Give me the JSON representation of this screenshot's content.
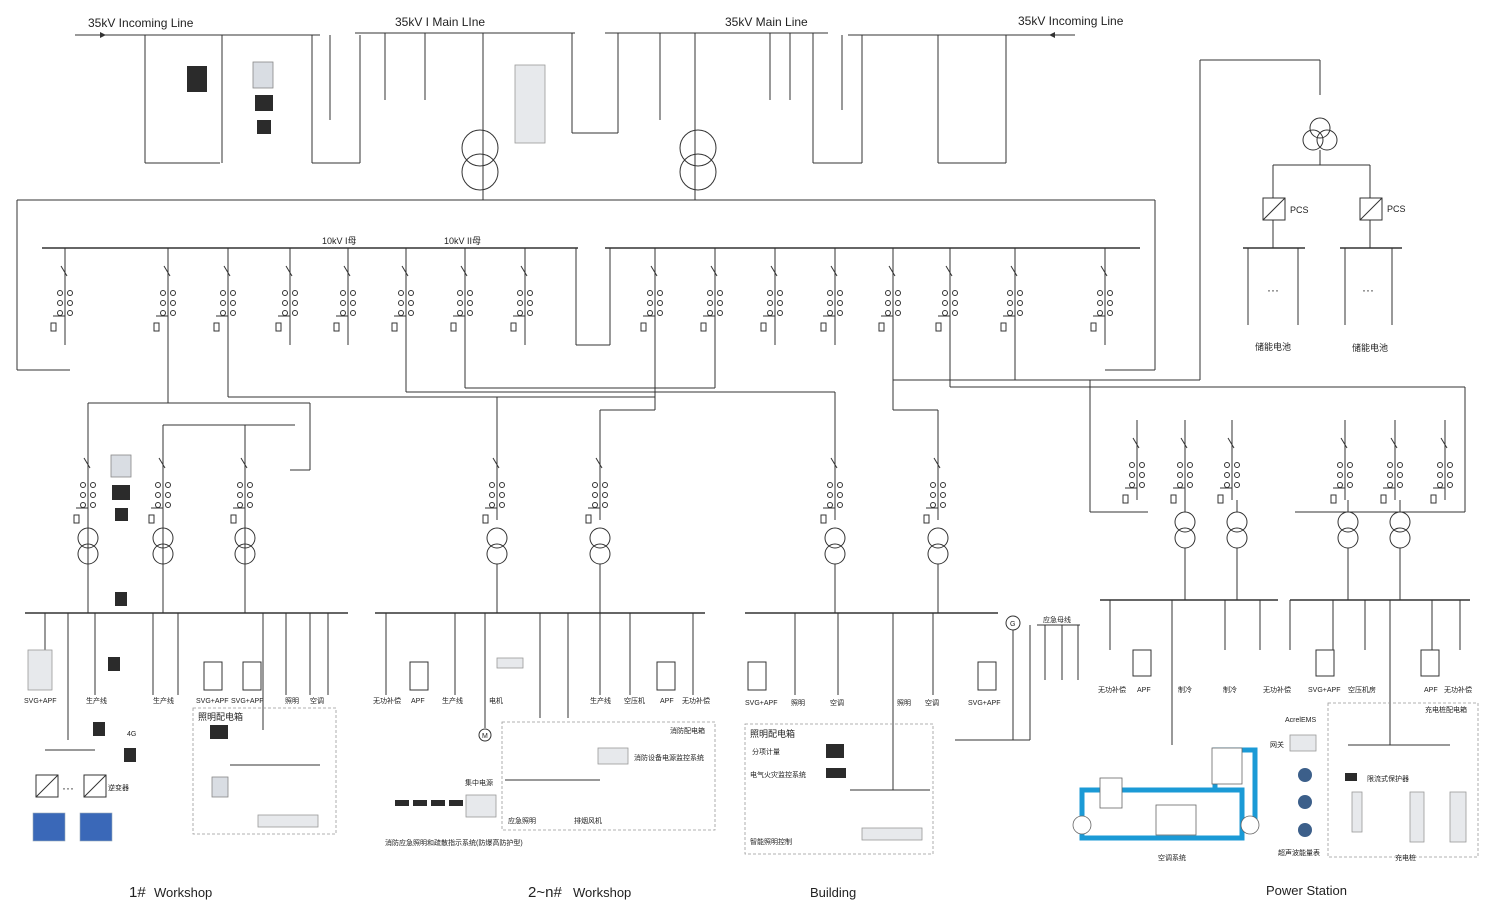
{
  "top": {
    "incoming_left": "35kV Incoming Line",
    "main_line_1": "35kV I  Main LIne",
    "main_line_2": "35kV  Main Line",
    "incoming_right": "35kV Incoming Line"
  },
  "bus10kv": {
    "bus1": "10kV I母",
    "bus2": "10kV II母"
  },
  "storage": {
    "pcs1": "PCS",
    "pcs2": "PCS",
    "battery1": "储能电池",
    "battery2": "储能电池",
    "ellipsis": "···"
  },
  "ws1": {
    "svg_apf_1": "SVG+APF",
    "prod_line_1": "生产线",
    "prod_line_2": "生产线",
    "svg_apf_2": "SVG+APF",
    "svg_apf_3": "SVG+APF",
    "lighting": "照明",
    "aircon": "空调",
    "lighting_box": "照明配电箱",
    "inverter": "逆变器",
    "signal_4g": "4G",
    "ellipsis": "···"
  },
  "ws2": {
    "var_comp": "无功补偿",
    "apf": "APF",
    "prod_line_1": "生产线",
    "motor": "电机",
    "prod_line_2": "生产线",
    "air_compressor": "空压机",
    "apf_2": "APF",
    "var_comp_2": "无功补偿",
    "fire_box": "消防配电箱",
    "fire_monitor": "消防设备电源监控系统",
    "central_power": "集中电源",
    "emergency_light": "应急照明",
    "smoke_fan": "排烟风机",
    "evac_system": "消防应急照明和疏散指示系统(防爆高防护型)",
    "motor_symbol": "M"
  },
  "building": {
    "svg_apf": "SVG+APF",
    "lighting": "照明",
    "aircon": "空调",
    "lighting_2": "照明",
    "aircon_2": "空调",
    "svg_apf_2": "SVG+APF",
    "emergency_bus": "应急母线",
    "generator": "G",
    "lighting_box": "照明配电箱",
    "sub_metering": "分项计量",
    "fire_monitor": "电气火灾监控系统",
    "smart_lighting": "智能照明控制"
  },
  "station": {
    "var_comp": "无功补偿",
    "apf": "APF",
    "cooling": "制冷",
    "cooling_2": "制冷",
    "var_comp_2": "无功补偿",
    "svg_apf": "SVG+APF",
    "air_comp_room": "空压机房",
    "apf_2": "APF",
    "var_comp_3": "无功补偿",
    "ems": "AcrelEMS",
    "gateway": "网关",
    "ultrasonic": "超声波能量表",
    "hvac": "空调系统",
    "charging_box": "充电桩配电箱",
    "current_limit": "限流式保护器",
    "charger": "充电桩"
  },
  "sections": {
    "ws1_num": "1#",
    "ws1_word": "Workshop",
    "ws2_num": "2~n#",
    "ws2_word": "Workshop",
    "building": "Building",
    "power_station": "Power Station"
  },
  "colors": {
    "line": "#333333",
    "pipe": "#1b9ad6",
    "device": "#2b2b2b",
    "panel": "#e7e9ec",
    "solar": "#3a68b8"
  }
}
